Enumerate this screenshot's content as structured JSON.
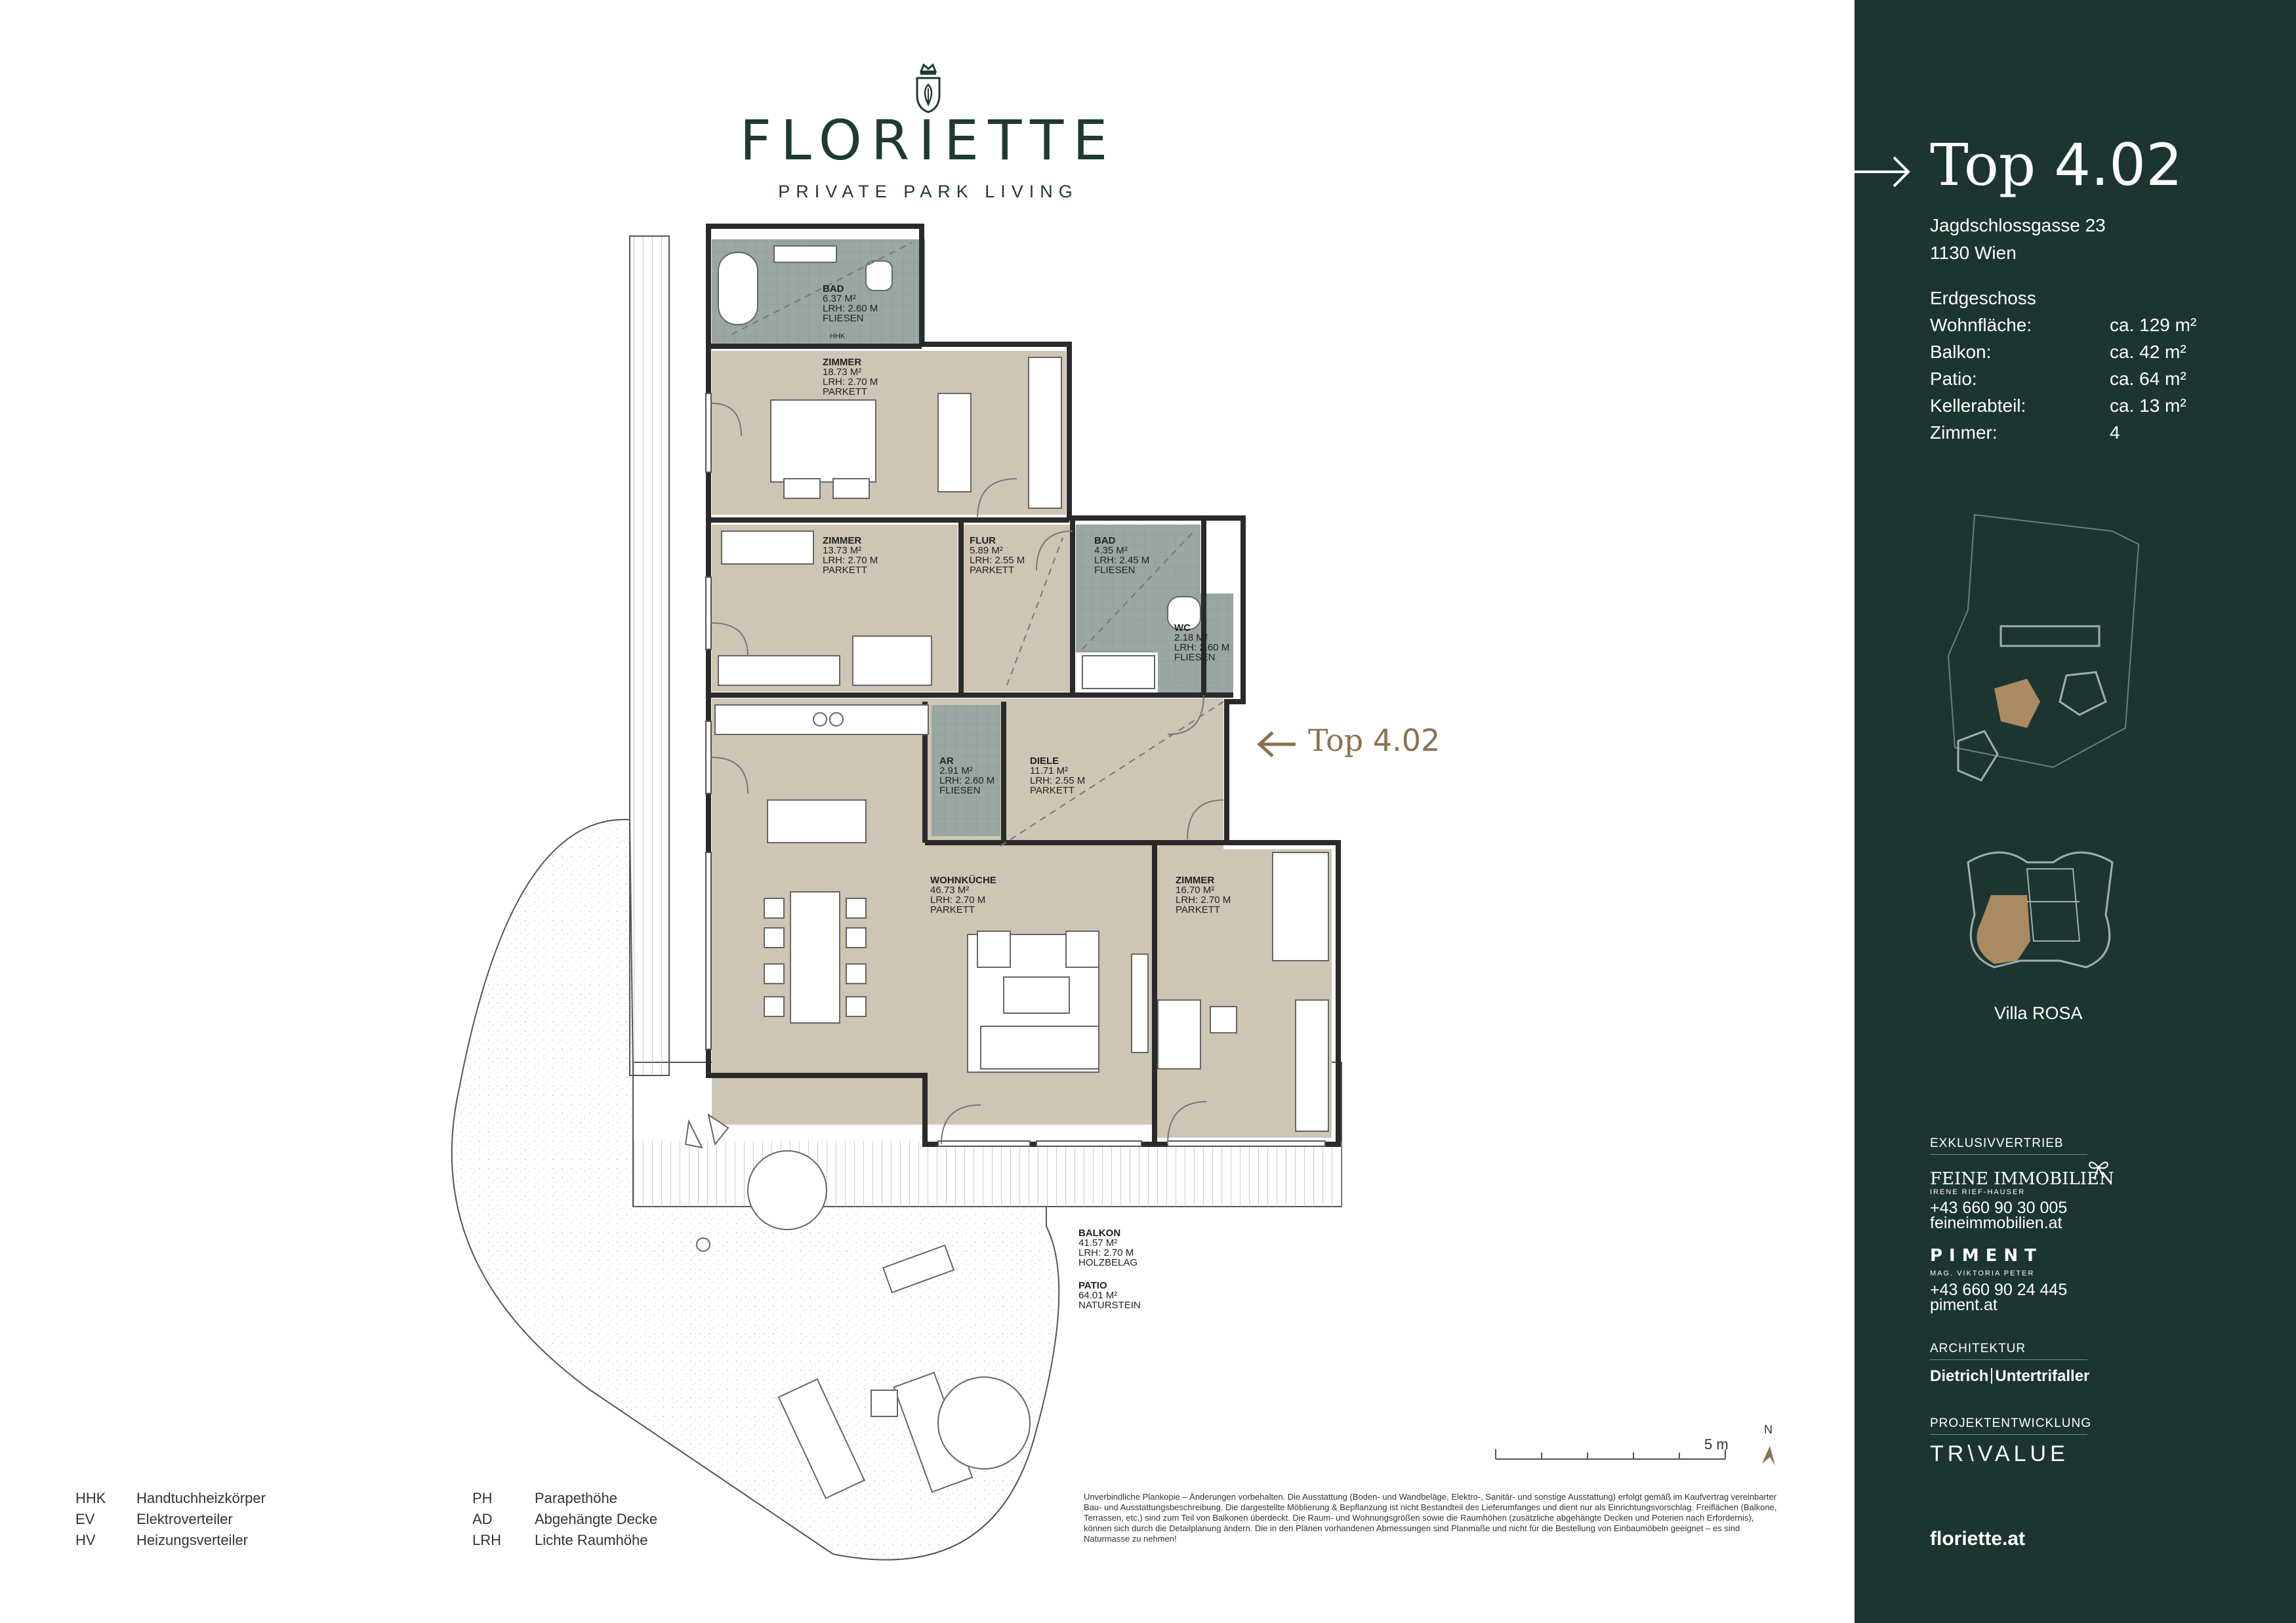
{
  "header": {
    "brand": "FLORIETTE",
    "tagline": "PRIVATE PARK LIVING",
    "crest_icon": "crest-leaf-icon"
  },
  "panel": {
    "title_prefix": "Top",
    "title_number": "4.02",
    "address_line1": "Jagdschlossgasse 23",
    "address_line2": "1130 Wien",
    "floor": "Erdgeschoss",
    "facts": [
      {
        "label": "Wohnfläche:",
        "value": "ca. 129 m²"
      },
      {
        "label": "Balkon:",
        "value": "ca. 42 m²"
      },
      {
        "label": "Patio:",
        "value": "ca. 64 m²"
      },
      {
        "label": "Kellerabteil:",
        "value": "ca. 13 m²"
      },
      {
        "label": "Zimmer:",
        "value": "4"
      }
    ],
    "villa_label": "Villa ROSA",
    "exklusiv_head": "EXKLUSIVVERTRIEB",
    "agent1_name": "FEINE IMMOBILIEN",
    "agent1_sub": "IRENE RIEF-HAUSER",
    "agent1_phone": "+43 660 90 30 005",
    "agent1_web": "feineimmobilien.at",
    "agent2_name": "PIMENT",
    "agent2_sub": "MAG. VIKTORIA PETER",
    "agent2_phone": "+43 660 90 24 445",
    "agent2_web": "piment.at",
    "architektur_head": "ARCHITEKTUR",
    "architekt_a": "Dietrich",
    "architekt_b": "Untertrifaller",
    "projekt_head": "PROJEKTENTWICKLUNG",
    "developer": "TR\\VALUE",
    "website": "floriette.at",
    "accent": "#1c3530",
    "highlight": "#a98a62"
  },
  "plan": {
    "entry_prefix": "Top",
    "entry_number": "4.02",
    "rooms": [
      {
        "name": "BAD",
        "area": "6.37 M²",
        "lrh": "LRH: 2.60 M",
        "floor": "FLIESEN"
      },
      {
        "name": "ZIMMER",
        "area": "18.73 M²",
        "lrh": "LRH: 2.70 M",
        "floor": "PARKETT"
      },
      {
        "name": "ZIMMER",
        "area": "13.73 M²",
        "lrh": "LRH: 2.70 M",
        "floor": "PARKETT"
      },
      {
        "name": "FLUR",
        "area": "5.89 M²",
        "lrh": "LRH: 2.55 M",
        "floor": "PARKETT"
      },
      {
        "name": "BAD",
        "area": "4.35 M²",
        "lrh": "LRH: 2.45 M",
        "floor": "FLIESEN"
      },
      {
        "name": "WC",
        "area": "2.18 M²",
        "lrh": "LRH: 2.60 M",
        "floor": "FLIESEN"
      },
      {
        "name": "AR",
        "area": "2.91 M²",
        "lrh": "LRH: 2.60 M",
        "floor": "FLIESEN"
      },
      {
        "name": "DIELE",
        "area": "11.71 M²",
        "lrh": "LRH: 2.55 M",
        "floor": "PARKETT"
      },
      {
        "name": "WOHNKÜCHE",
        "area": "46.73 M²",
        "lrh": "LRH: 2.70 M",
        "floor": "PARKETT"
      },
      {
        "name": "ZIMMER",
        "area": "16.70 M²",
        "lrh": "LRH: 2.70 M",
        "floor": "PARKETT"
      }
    ],
    "balkon": {
      "name": "BALKON",
      "area": "41.57 M²",
      "lrh": "LRH: 2.70 M",
      "floor": "HOLZBELAG"
    },
    "patio": {
      "name": "PATIO",
      "area": "64.01 M²",
      "floor": "NATURSTEIN"
    },
    "hhk": "HHK",
    "scale_label": "5 m",
    "north_label": "N"
  },
  "legend": [
    {
      "abbr": "HHK",
      "desc": "Handtuchheizkörper"
    },
    {
      "abbr": "EV",
      "desc": "Elektroverteiler"
    },
    {
      "abbr": "HV",
      "desc": "Heizungsverteiler"
    },
    {
      "abbr": "PH",
      "desc": "Parapethöhe"
    },
    {
      "abbr": "AD",
      "desc": "Abgehängte Decke"
    },
    {
      "abbr": "LRH",
      "desc": "Lichte Raumhöhe"
    }
  ],
  "disclaimer": "Unverbindliche Plankopie – Änderungen vorbehalten. Die Ausstattung (Boden- und Wandbeläge, Elektro-, Sanitär- und sonstige Ausstattung) erfolgt gemäß im Kaufvertrag vereinbarter Bau- und Ausstattungsbeschreibung. Die dargestellte Möblierung & Bepflanzung ist nicht Bestandteil des Lieferumfanges und dient nur als Einrichtungsvorschlag. Freiflächen (Balkone, Terrassen, etc.) sind zum Teil von Balkonen überdeckt. Die Raum- und Wohnungsgrößen sowie die Raumhöhen (zusätzliche abgehängte Decken und Poterien nach Erfordernis), können sich durch die Detailplanung ändern. Die in den Plänen vorhandenen Abmessungen sind Planmaße und nicht für die Bestellung von Einbaumöbeln geeignet – es sind Naturmasse zu nehmen!"
}
